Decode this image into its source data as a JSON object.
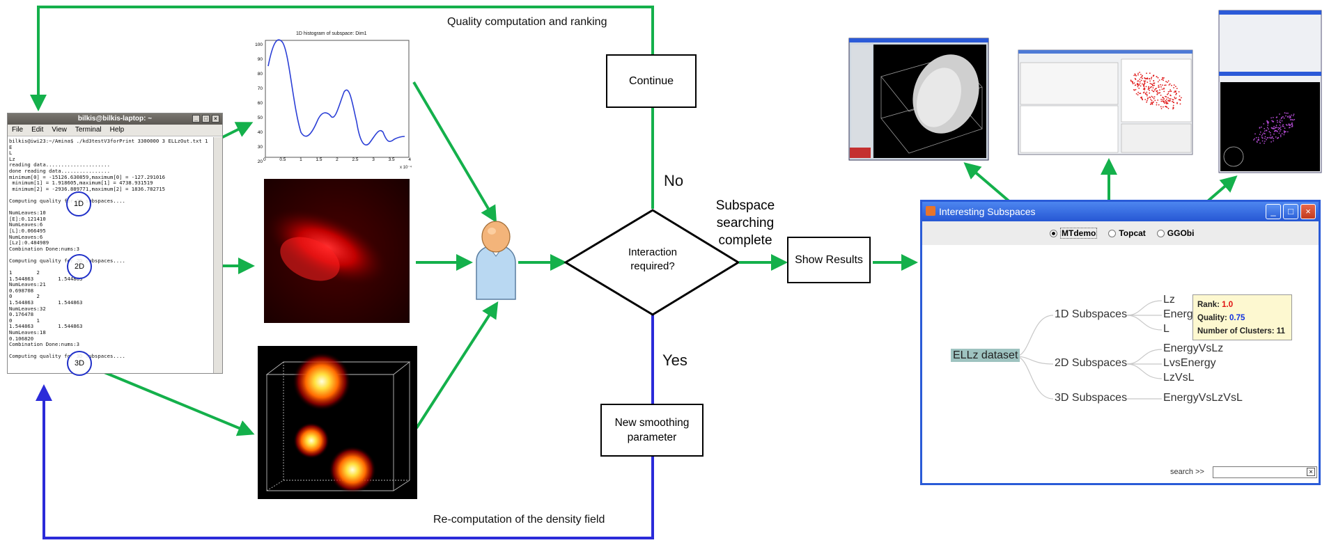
{
  "labels": {
    "top_loop": "Quality computation and ranking",
    "bottom_loop": "Re-computation of the density field",
    "no": "No",
    "yes": "Yes",
    "subspace_complete": [
      "Subspace",
      "searching",
      "complete"
    ]
  },
  "nodes": {
    "continue": "Continue",
    "decision": [
      "Interaction",
      "required?"
    ],
    "show_results": "Show Results",
    "new_smoothing": [
      "New smoothing",
      "parameter"
    ]
  },
  "terminal": {
    "title": "bilkis@bilkis-laptop: ~",
    "menu": [
      "File",
      "Edit",
      "View",
      "Terminal",
      "Help"
    ],
    "lines": [
      "bilkis@iwi23:~/Amina$ ./kd3testV3forPrint 3300000 3 ELLzOut.txt 1",
      "E",
      "L",
      "Lz",
      "reading data.....................",
      "done reading data................",
      "minimum[0] = -15126.630859,maximum[0] = -127.291016",
      " minimum[1] = 1.918605,maximum[1] = 4738.931519",
      " minimum[2] = -2936.889771,maximum[2] = 1836.782715",
      "",
      "Computing quality for 1D subspaces....",
      "",
      "NumLeaves:10",
      "[E]:0.121410",
      "NumLeaves:6",
      "[L]:0.066495",
      "NumLeaves:6",
      "[Lz]:0.484989",
      "Combination Done:nums:3",
      "",
      "Computing quality for 2D subspaces....",
      "",
      "1        2",
      "1.544863        1.544863",
      "NumLeaves:21",
      "0.698708",
      "0        2",
      "1.544863        1.544863",
      "NumLeaves:32",
      "0.176478",
      "0        1",
      "1.544863        1.544863",
      "NumLeaves:18",
      "0.106820",
      "Combination Done:nums:3",
      "",
      "Computing quality for 3D subspaces...."
    ],
    "markers": [
      "1D",
      "2D",
      "3D"
    ]
  },
  "histogram": {
    "title": "1D histogram of subspace: Dim1",
    "y_ticks": [
      "100",
      "90",
      "80",
      "70",
      "60",
      "50",
      "40",
      "30",
      "20"
    ],
    "x_ticks": [
      "0",
      "0.5",
      "1",
      "1.5",
      "2",
      "2.5",
      "3",
      "3.5",
      "4"
    ],
    "x_scale_note": "x 10⁻⁴",
    "color": "#2b3fd6"
  },
  "results_window": {
    "title": "Interesting Subspaces",
    "radios": [
      {
        "label": "MTdemo",
        "selected": true
      },
      {
        "label": "Topcat",
        "selected": false
      },
      {
        "label": "GGObi",
        "selected": false
      }
    ],
    "tree": {
      "root": "ELLz dataset",
      "branches": [
        {
          "label": "1D Subspaces",
          "leaves": [
            "Lz",
            "Energy",
            "L"
          ]
        },
        {
          "label": "2D Subspaces",
          "leaves": [
            "EnergyVsLz",
            "LvsEnergy",
            "LzVsL"
          ]
        },
        {
          "label": "3D Subspaces",
          "leaves": [
            "EnergyVsLzVsL"
          ]
        }
      ]
    },
    "tooltip": {
      "rank_label": "Rank:",
      "rank_value": "1.0",
      "quality_label": "Quality:",
      "quality_value": "0.75",
      "clusters_label": "Number of Clusters:",
      "clusters_value": "11"
    },
    "search_label": "search >>"
  },
  "colors": {
    "green_arrow": "#14b04b",
    "blue_arrow": "#2b2bd9",
    "circle": "#1f2fc8",
    "rank_red": "#e01010",
    "quality_blue": "#1030e0"
  }
}
